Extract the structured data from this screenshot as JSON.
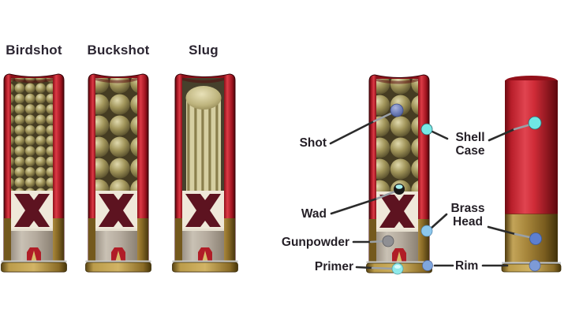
{
  "diagram": {
    "variants": [
      {
        "label": "Birdshot"
      },
      {
        "label": "Buckshot"
      },
      {
        "label": "Slug"
      }
    ],
    "callouts": {
      "shot": "Shot",
      "shell_case": "Shell Case",
      "wad": "Wad",
      "gunpowder": "Gunpowder",
      "primer": "Primer",
      "brass_head": "Brass Head",
      "rim": "Rim"
    },
    "colors": {
      "background": "#ffffff",
      "shell_red": "#d0303c",
      "brass": "#b3923f",
      "pellet_olive": "#a1955a",
      "wad_maroon": "#5d1320",
      "powder_gray": "#b4aa9d",
      "marker_cyan": "#74e6e4",
      "marker_blue": "#5d7fd0",
      "marker_gray": "#8f8f93",
      "marker_shot_blue": "#7584bd",
      "leader_line": "#2b2b2b",
      "text": "#241f26"
    }
  }
}
